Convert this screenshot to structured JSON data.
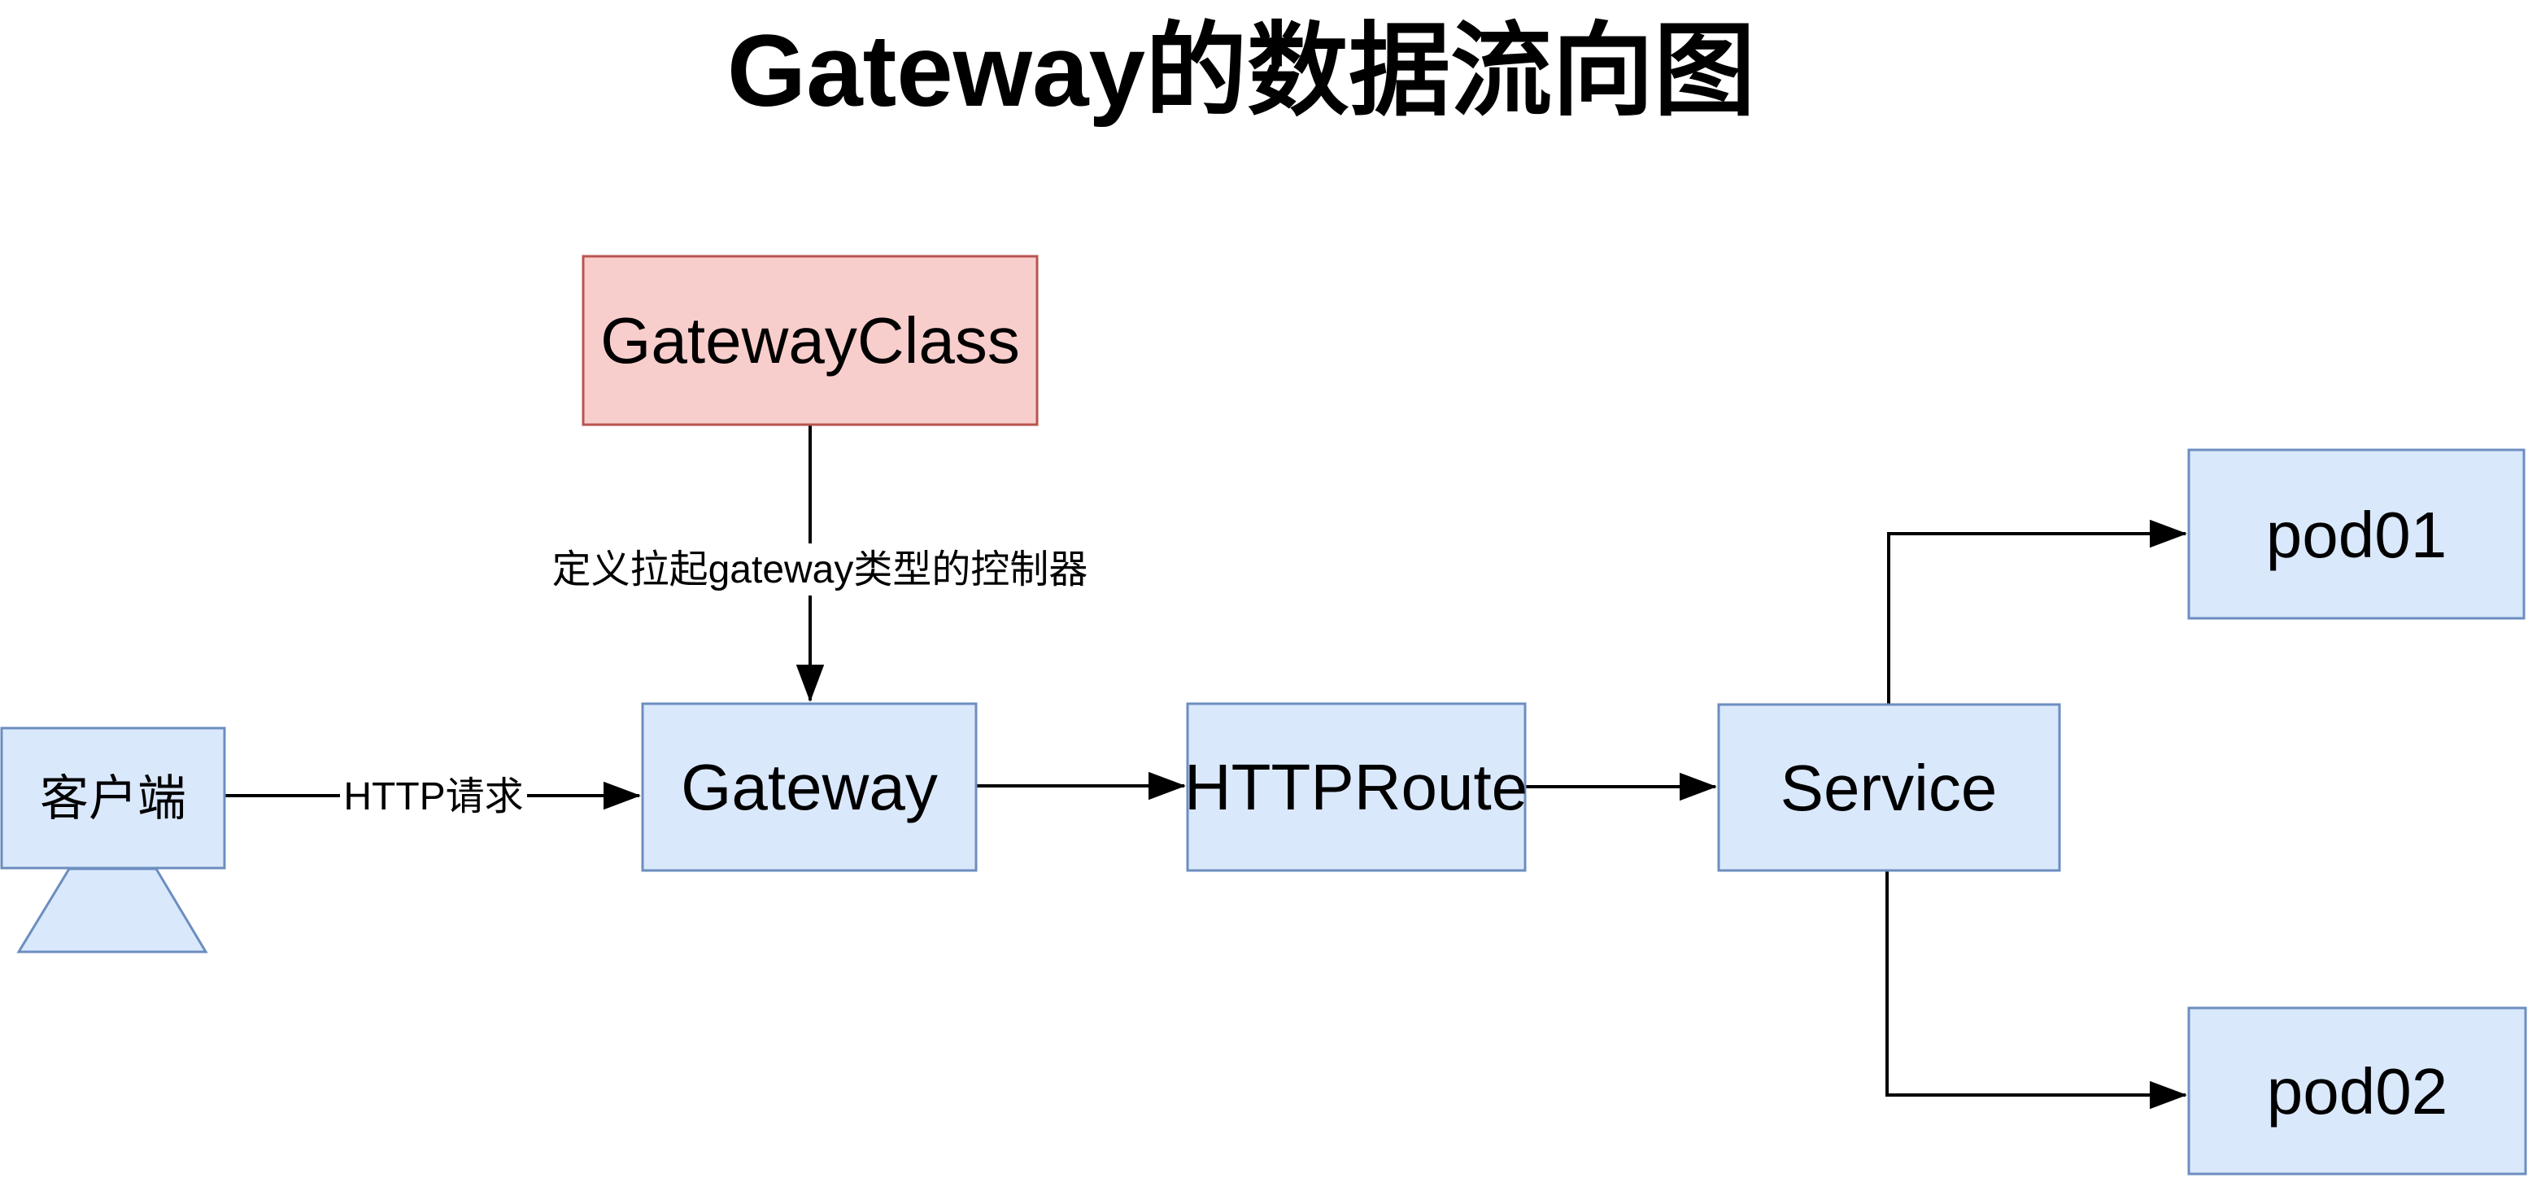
{
  "title": "Gateway的数据流向图",
  "colors": {
    "background": "#ffffff",
    "text_color": "#000000",
    "edge_color": "#000000",
    "node_fill_blue": "#dae8fc",
    "node_stroke_blue": "#6c8ebf",
    "node_fill_red": "#f8cecc",
    "node_stroke_red": "#b85450"
  },
  "nodes": {
    "gatewayclass": {
      "label": "GatewayClass"
    },
    "client": {
      "label": "客户端"
    },
    "gateway": {
      "label": "Gateway"
    },
    "httproute": {
      "label": "HTTPRoute"
    },
    "service": {
      "label": "Service"
    },
    "pod01": {
      "label": "pod01"
    },
    "pod02": {
      "label": "pod02"
    }
  },
  "edges": {
    "gatewayclass_to_gateway": {
      "label": "定义拉起gateway类型的控制器"
    },
    "client_to_gateway": {
      "label": "HTTP请求"
    },
    "gateway_to_httproute": {
      "label": ""
    },
    "httproute_to_service": {
      "label": ""
    },
    "service_to_pod01": {
      "label": ""
    },
    "service_to_pod02": {
      "label": ""
    }
  }
}
